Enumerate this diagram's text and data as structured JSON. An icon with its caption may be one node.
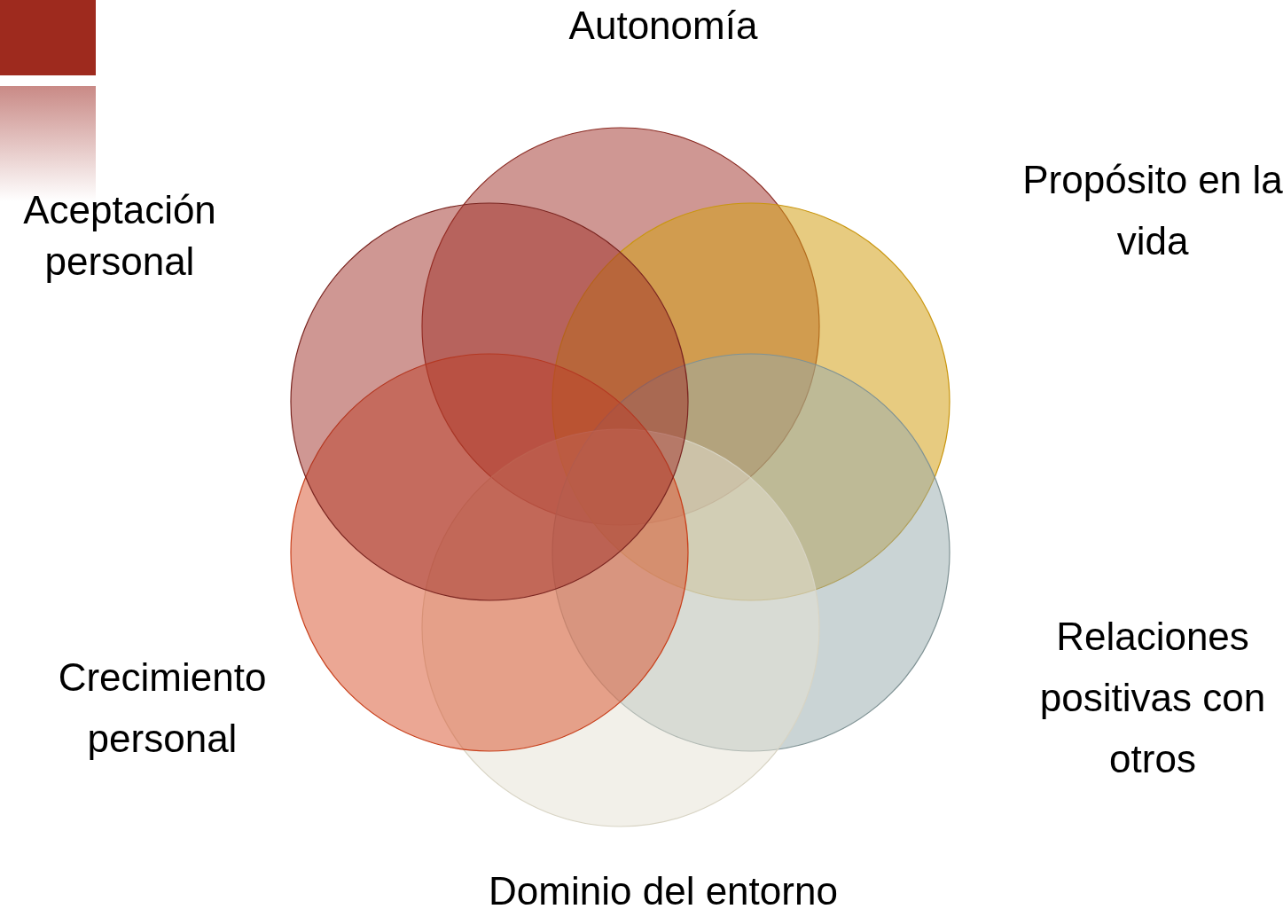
{
  "diagram": {
    "nodes": [
      {
        "text": [],
        "shape": "circle",
        "beside": [
          "Autonomía"
        ]
      },
      {
        "text": [],
        "shape": "circle",
        "beside": [
          "Propósito en la vida"
        ]
      },
      {
        "text": [],
        "shape": "circle",
        "beside": [
          "Relaciones positivas con otros"
        ]
      },
      {
        "text": [],
        "shape": "circle",
        "beside": [
          "Dominio del entorno"
        ]
      },
      {
        "text": [],
        "shape": "circle",
        "beside": [
          "Crecimiento personal"
        ]
      },
      {
        "text": [],
        "shape": "circle",
        "beside": [
          "Aceptación personal"
        ]
      }
    ]
  }
}
